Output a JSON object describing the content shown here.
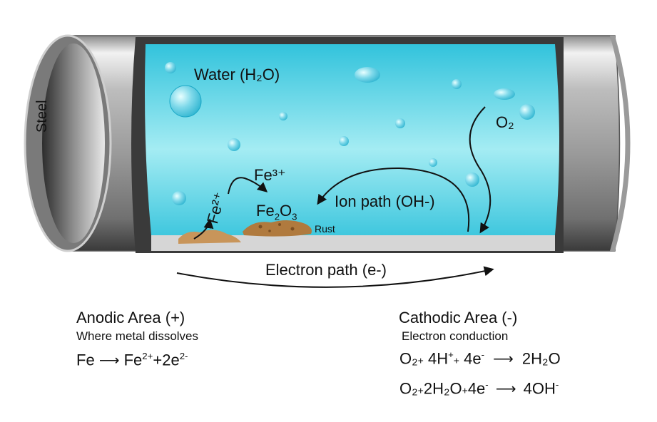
{
  "labels": {
    "steel": "Steel",
    "water": "Water (H₂O)",
    "o2": "O₂",
    "fe3": "Fe³⁺",
    "fe2": "Fe²⁺",
    "fe2o3_base": "Fe",
    "fe2o3_sub1": "2",
    "fe2o3_mid": "O",
    "fe2o3_sub2": "3",
    "rust": "Rust",
    "ion_path": "Ion path (OH-)",
    "electron_path": "Electron path (e-)"
  },
  "anodic": {
    "title": "Anodic Area (+)",
    "subtitle": "Where metal dissolves",
    "equation": {
      "reactant": "Fe",
      "product1": "Fe",
      "product1_sup": "2+",
      "plus": "+",
      "product2": "2e",
      "product2_sup": "2-"
    }
  },
  "cathodic": {
    "title": "Cathodic Area (-)",
    "subtitle": "Electron conduction",
    "equation1": {
      "r1": "O₂",
      "plus1": "+",
      "r2": "4H",
      "r2_sup": "+",
      "plus2": "+",
      "r3": "4e",
      "r3_sup": "-",
      "product": "2H₂O"
    },
    "equation2": {
      "r1": "O₂",
      "plus1": "+",
      "r2": "2H₂O",
      "plus2": "+",
      "r3": "4e",
      "r3_sup": "-",
      "product": "4OH",
      "product_sup": "-"
    }
  },
  "colors": {
    "water_top": "#3fc8de",
    "water_mid": "#8fe6f0",
    "steel_dark": "#4a4a4a",
    "steel_light": "#d9d9d9",
    "rust": "#c8955a"
  }
}
